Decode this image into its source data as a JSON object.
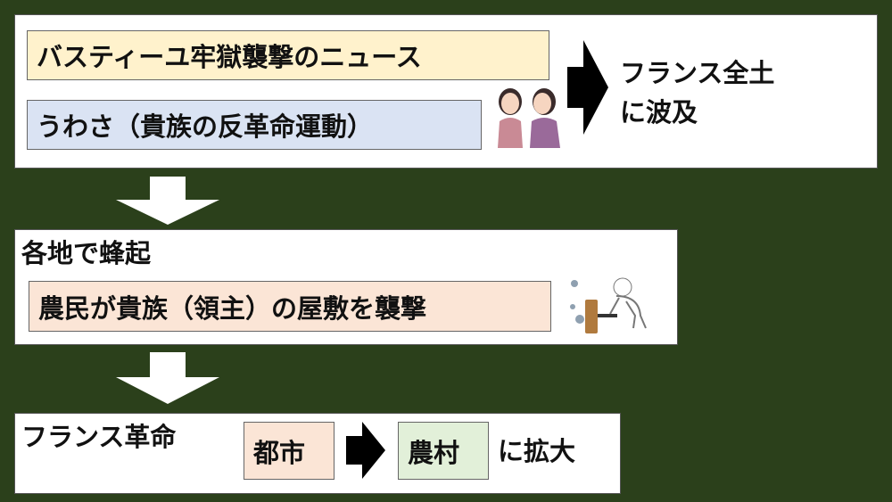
{
  "section1": {
    "news_label": "バスティーユ牢獄襲撃のニュース",
    "rumor_label": "うわさ（貴族の反革命運動）",
    "result_line1": "フランス全土",
    "result_line2": "に波及"
  },
  "section2": {
    "title": "各地で蜂起",
    "event_label": "農民が貴族（領主）の屋敷を襲撃"
  },
  "section3": {
    "title": "フランス革命",
    "from_label": "都市",
    "to_label": "農村",
    "suffix": "に拡大"
  },
  "colors": {
    "background": "#2b401b",
    "yellow": "#fff2cc",
    "blue": "#dae3f3",
    "peach": "#fbe5d6",
    "green": "#e2f0d9"
  }
}
